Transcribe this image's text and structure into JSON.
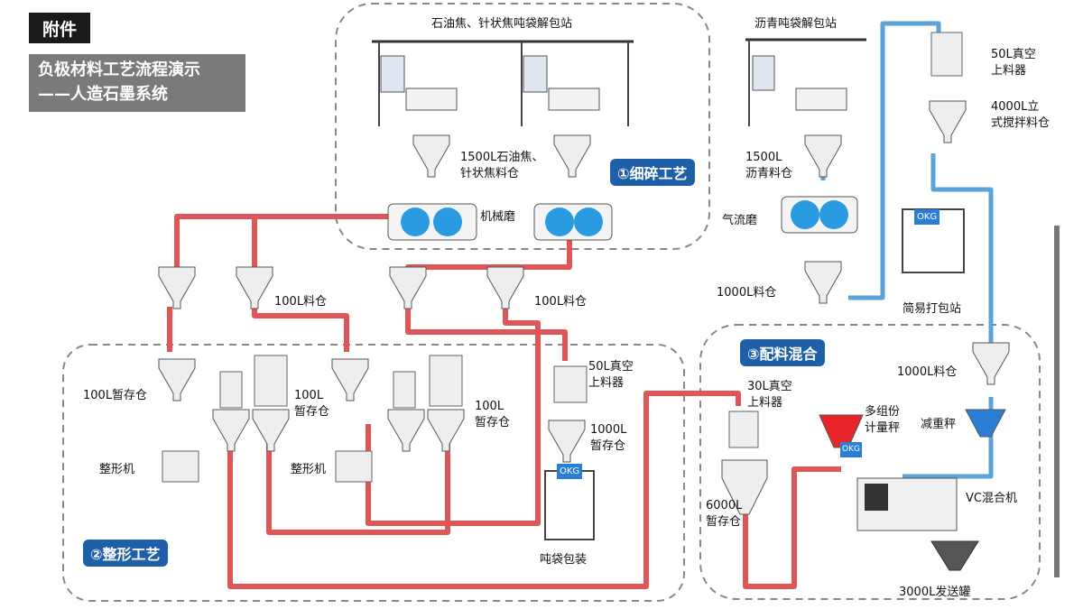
{
  "header": {
    "tag": "附件",
    "title_line1": "负极材料工艺流程演示",
    "title_line2": "——人造石墨系统"
  },
  "sections": {
    "crushing": "①细碎工艺",
    "shaping": "②整形工艺",
    "mixing": "③配料混合"
  },
  "labels": {
    "coke_station": "石油焦、针状焦吨袋解包站",
    "pitch_station": "沥青吨袋解包站",
    "coke_bin_1": "1500L石油焦、",
    "coke_bin_2": "针状焦料仓",
    "mech_mill": "机械磨",
    "pitch_bin_1": "1500L",
    "pitch_bin_2": "沥青料仓",
    "air_mill": "气流磨",
    "bin_1000_a": "1000L料仓",
    "vac50_top_1": "50L真空",
    "vac50_top_2": "上料器",
    "mixer4000_1": "4000L立",
    "mixer4000_2": "式搅拌料仓",
    "simple_pack": "简易打包站",
    "bin100_a": "100L料仓",
    "bin100_b": "100L料仓",
    "temp100_left": "100L暂存仓",
    "temp100_mid_1": "100L",
    "temp100_mid_2": "暂存仓",
    "temp100_right_1": "100L",
    "temp100_right_2": "暂存仓",
    "shaper_a": "整形机",
    "shaper_b": "整形机",
    "vac50_mid_1": "50L真空",
    "vac50_mid_2": "上料器",
    "temp1000_1": "1000L",
    "temp1000_2": "暂存仓",
    "ton_pack": "吨袋包装",
    "vac30_1": "30L真空",
    "vac30_2": "上料器",
    "multi_scale_1": "多组份",
    "multi_scale_2": "计量秤",
    "bin_1000_b": "1000L料仓",
    "loss_scale": "减重秤",
    "vc_mixer": "VC混合机",
    "temp6000_1": "6000L",
    "temp6000_2": "暂存仓",
    "send_tank": "3000L发送罐",
    "okg_1": "OKG",
    "okg_2": "OKG",
    "okg_3": "OKG"
  },
  "colors": {
    "red_pipe": "#e05555",
    "blue_pipe": "#5ba3d9",
    "badge_blue": "#1f5fa8",
    "mill_blue": "#2a9be0"
  }
}
